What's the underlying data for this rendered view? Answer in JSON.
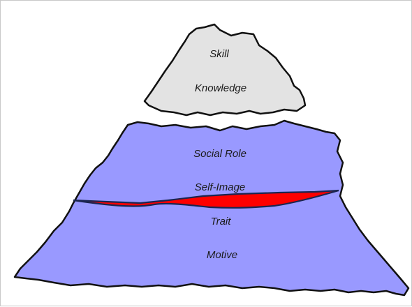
{
  "colors": {
    "tip_fill": "#e3e3e3",
    "base_fill": "#9999ff",
    "outline": "#111111",
    "waterline_fill": "#ff0000",
    "waterline_stroke": "#1b2550"
  },
  "tip": {
    "labels": [
      "Skill",
      "Knowledge"
    ]
  },
  "base": {
    "above_water_labels": [
      "Social Role",
      "Self-Image"
    ],
    "below_water_labels": [
      "Trait",
      "Motive"
    ]
  }
}
